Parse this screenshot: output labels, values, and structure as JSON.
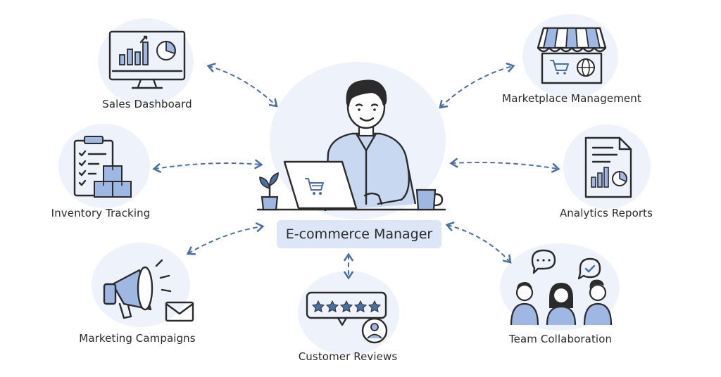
{
  "center": {
    "label": "E-commerce Manager"
  },
  "nodes": [
    {
      "id": "sales",
      "label": "Sales Dashboard",
      "icon": "monitor-chart-icon"
    },
    {
      "id": "inventory",
      "label": "Inventory Tracking",
      "icon": "clipboard-boxes-icon"
    },
    {
      "id": "marketing",
      "label": "Marketing Campaigns",
      "icon": "megaphone-icon"
    },
    {
      "id": "reviews",
      "label": "Customer Reviews",
      "icon": "star-review-icon"
    },
    {
      "id": "team",
      "label": "Team Collaboration",
      "icon": "team-icon"
    },
    {
      "id": "analytics",
      "label": "Analytics Reports",
      "icon": "report-document-icon"
    },
    {
      "id": "marketplace",
      "label": "Marketplace Management",
      "icon": "storefront-icon"
    }
  ],
  "colors": {
    "accent": "#4a6fa5",
    "accent_fill": "#9fb7e3",
    "bubble": "#eef2fb",
    "ink": "#2b2b2b"
  }
}
